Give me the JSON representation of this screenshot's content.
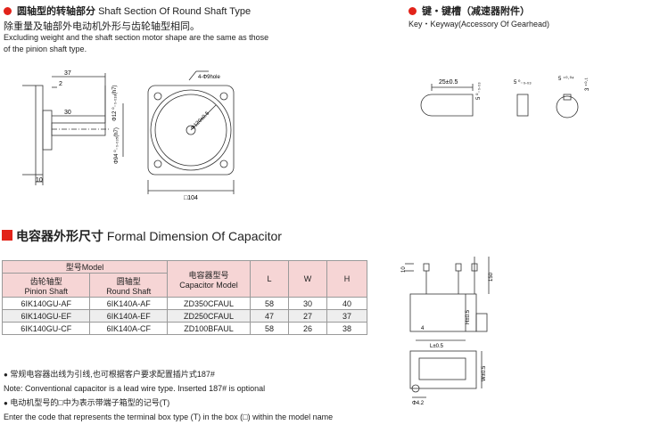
{
  "shaft_section": {
    "title_cn": "圆轴型的转轴部分",
    "title_en": "Shaft Section Of Round Shaft Type",
    "desc_cn": "除重量及轴部外电动机外形与齿轮轴型相同。",
    "desc_en_line1": "Excluding weight and the shaft section motor shape are the same as those",
    "desc_en_line2": "of the pinion shaft type.",
    "dims": {
      "d37": "37",
      "d2": "2",
      "d30": "30",
      "d10": "10",
      "d12": "Φ12 ⁰₋₀.₀₁₈(h7)",
      "d94": "Φ94 ⁰₋₀.₀₃₅(h7)",
      "hole": "4-Φ9hole",
      "pcd": "Φ120±0.5",
      "sq": "□104"
    }
  },
  "key_section": {
    "title_cn": "键・键槽（减速器附件）",
    "title_en": "Key・Keyway(Accessory Of Gearhead)",
    "dims": {
      "len": "25±0.5",
      "w1": "5 ⁰₋₀.₀₃",
      "w2": "5 ⁰₋₀.₀₃",
      "w3": "5 ⁺⁰·⁰⁴",
      "h1": "5 ⁰₋₀.₀₃",
      "h2": "3 ⁺⁰·¹"
    }
  },
  "capacitor": {
    "title_cn": "电容器外形尺寸",
    "title_en": "Formal Dimension Of Capacitor",
    "table": {
      "model_header": "型号Model",
      "pinion_cn": "齿轮轴型",
      "pinion_en": "Pinion Shaft",
      "round_cn": "圆轴型",
      "round_en": "Round Shaft",
      "cap_cn": "电容器型号",
      "cap_en": "Capacitor Model",
      "L": "L",
      "W": "W",
      "H": "H",
      "rows": [
        [
          "6IK140GU-AF",
          "6IK140A-AF",
          "ZD350CFAUL",
          "58",
          "30",
          "40"
        ],
        [
          "6IK140GU-EF",
          "6IK140A-EF",
          "ZD250CFAUL",
          "47",
          "27",
          "37"
        ],
        [
          "6IK140GU-CF",
          "6IK140A-CF",
          "ZD100BFAUL",
          "58",
          "26",
          "38"
        ]
      ]
    },
    "notes": {
      "n1_cn": "常规电容器出线为引线,也可根据客户要求配置插片式187#",
      "n1_en": "Note: Conventional capacitor is a lead wire type. Inserted 187# is optional",
      "n2_cn": "电动机型号的□中为表示带端子箱型的记号(T)",
      "n2_en": "Enter the code that represents the terminal box type (T) in the box (□) within the model name"
    },
    "dims": {
      "t10": "10",
      "h150": "150",
      "H": "H±0.5",
      "four": "4",
      "L": "L±0.5",
      "W": "W±0.5",
      "phi": "Φ4.2"
    }
  }
}
